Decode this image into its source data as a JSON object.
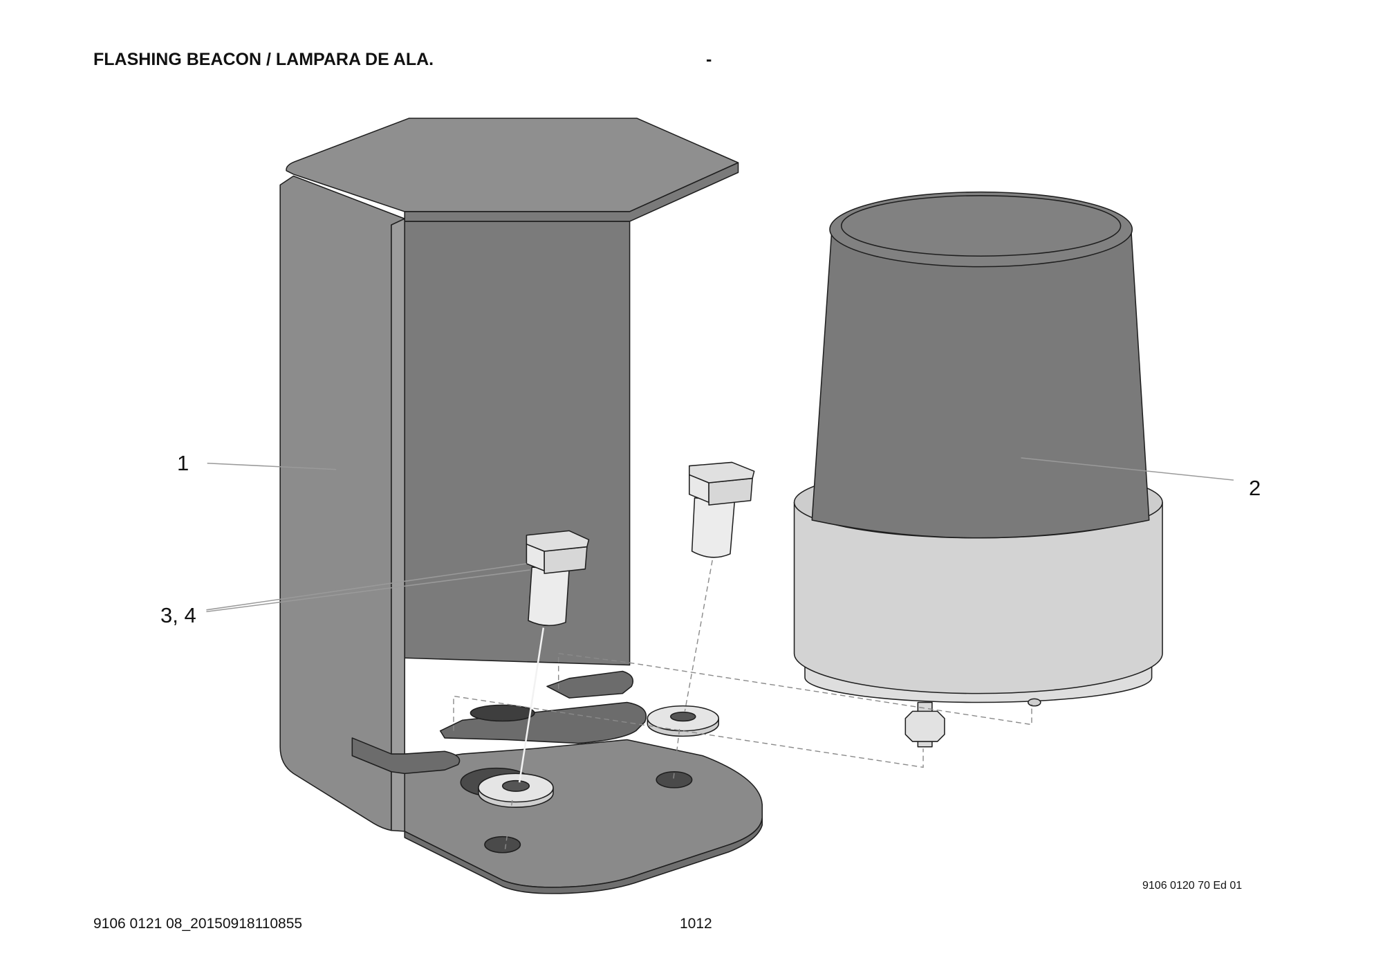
{
  "header": {
    "title": "FLASHING BEACON / LAMPARA DE ALA.",
    "separator": "-"
  },
  "callouts": {
    "bracket": "1",
    "beacon": "2",
    "bolts": "3, 4"
  },
  "drawing_number": "9106 0120 70 Ed 01",
  "footer": {
    "document_id": "9106 0121 08_20150918110855",
    "page_number": "1012"
  }
}
